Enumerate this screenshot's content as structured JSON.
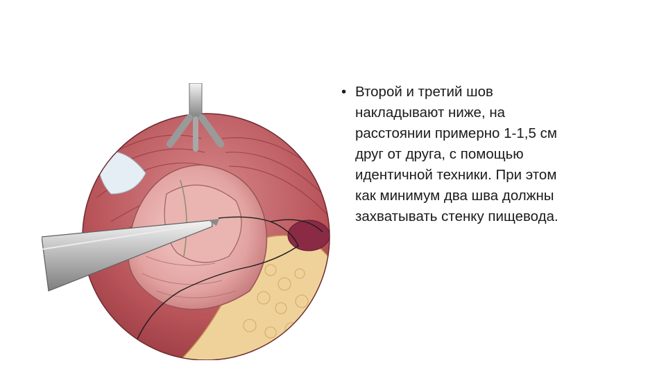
{
  "slide": {
    "bullet": {
      "marker": "•",
      "lines": [
        "Второй и третий шов",
        "накладывают ниже, на",
        "расстоянии примерно 1-1,5 см",
        "друг от друга, с помощью",
        "идентичной техники. При этом",
        "как минимум два шва должны",
        "захватывать стенку пищевода."
      ]
    }
  }
}
